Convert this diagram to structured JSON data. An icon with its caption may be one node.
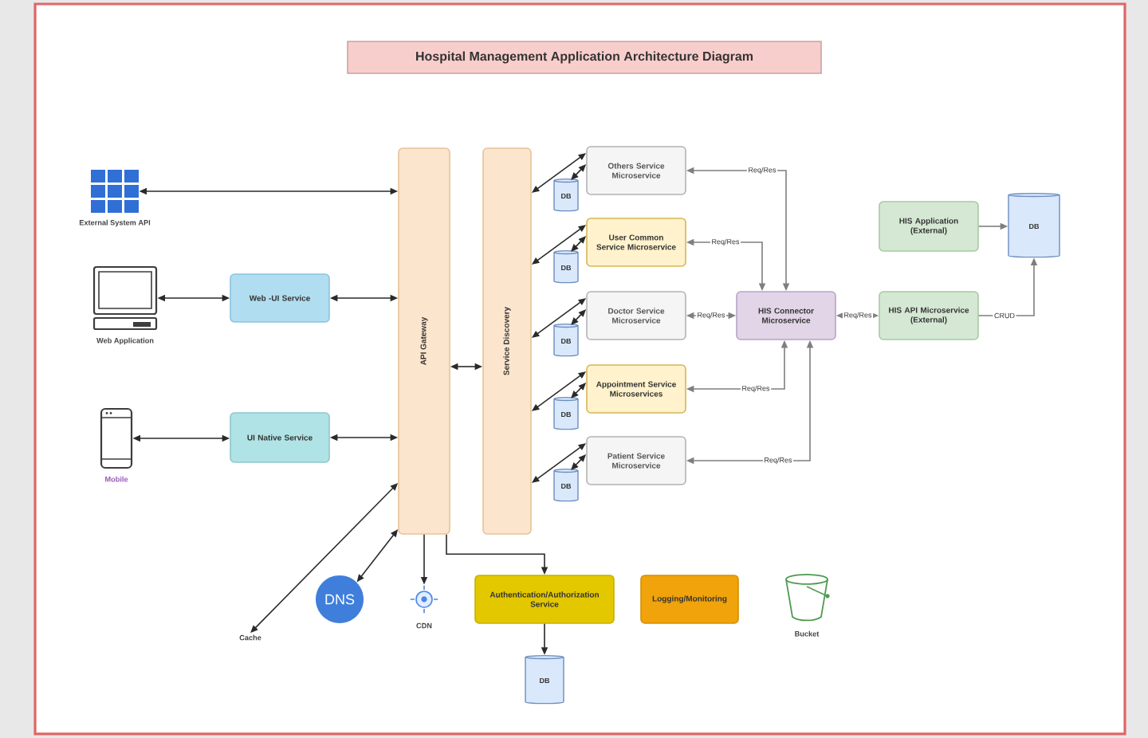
{
  "diagram": {
    "title": "Hospital Management Application Architecture Diagram",
    "nodes": [
      {
        "text": [
          "External System API"
        ]
      },
      {
        "text": [
          "Web Application"
        ]
      },
      {
        "text": [
          "Web -UI Service"
        ]
      },
      {
        "text": [
          "Mobile"
        ]
      },
      {
        "text": [
          "UI Native Service"
        ]
      },
      {
        "text": [
          "API Gateway"
        ]
      },
      {
        "text": [
          "Service Discovery"
        ]
      },
      {
        "text": [
          "Others Service Microservice"
        ]
      },
      {
        "text": [
          "DB"
        ]
      },
      {
        "text": [
          "User Common Service Microservice"
        ]
      },
      {
        "text": [
          "DB"
        ]
      },
      {
        "text": [
          "Doctor Service Microservice"
        ]
      },
      {
        "text": [
          "DB"
        ]
      },
      {
        "text": [
          "Appointment Service Microservices"
        ]
      },
      {
        "text": [
          "DB"
        ]
      },
      {
        "text": [
          "Patient Service Microservice"
        ]
      },
      {
        "text": [
          "DB"
        ]
      },
      {
        "text": [
          "HIS Connector Microservice"
        ]
      },
      {
        "text": [
          "HIS Application (External)"
        ]
      },
      {
        "text": [
          "DB"
        ]
      },
      {
        "text": [
          "HIS API Microservice (External)"
        ]
      },
      {
        "text": [
          "Cache"
        ]
      },
      {
        "text": [
          "DNS"
        ]
      },
      {
        "text": [
          "CDN"
        ]
      },
      {
        "text": [
          "Authentication/Authorization Service"
        ]
      },
      {
        "text": [
          "Logging/Monitoring"
        ]
      },
      {
        "text": [
          "Bucket"
        ]
      },
      {
        "text": [
          "DB"
        ]
      }
    ],
    "edges": [
      {
        "from": 0,
        "to": 5,
        "arrow": "both"
      },
      {
        "from": 1,
        "to": 2,
        "arrow": "both"
      },
      {
        "from": 2,
        "to": 5,
        "arrow": "both"
      },
      {
        "from": 3,
        "to": 4,
        "arrow": "both"
      },
      {
        "from": 4,
        "to": 5,
        "arrow": "both"
      },
      {
        "from": 5,
        "to": 6,
        "arrow": "both"
      },
      {
        "from": 6,
        "to": 7,
        "arrow": "both"
      },
      {
        "from": 8,
        "to": 7,
        "arrow": "both"
      },
      {
        "from": 6,
        "to": 9,
        "arrow": "both"
      },
      {
        "from": 10,
        "to": 9,
        "arrow": "both"
      },
      {
        "from": 6,
        "to": 11,
        "arrow": "both"
      },
      {
        "from": 12,
        "to": 11,
        "arrow": "both"
      },
      {
        "from": 6,
        "to": 13,
        "arrow": "both"
      },
      {
        "from": 14,
        "to": 13,
        "arrow": "both"
      },
      {
        "from": 6,
        "to": 15,
        "arrow": "both"
      },
      {
        "from": 16,
        "to": 15,
        "arrow": "both"
      },
      {
        "from": 17,
        "to": 7,
        "arrow": "both",
        "label": "Req/Res",
        "color": "#7f7f7f"
      },
      {
        "from": 17,
        "to": 9,
        "arrow": "both",
        "label": "Req/Res",
        "color": "#7f7f7f"
      },
      {
        "from": 17,
        "to": 11,
        "arrow": "both",
        "label": "Req/Res",
        "color": "#7f7f7f"
      },
      {
        "from": 17,
        "to": 13,
        "arrow": "both",
        "label": "Req/Res",
        "color": "#7f7f7f"
      },
      {
        "from": 17,
        "to": 15,
        "arrow": "both",
        "label": "Req/Res",
        "color": "#7f7f7f"
      },
      {
        "from": 17,
        "to": 20,
        "arrow": "both",
        "label": "Req/Res",
        "color": "#7f7f7f"
      },
      {
        "from": 18,
        "to": 19,
        "arrow": "to",
        "color": "#7f7f7f"
      },
      {
        "from": 20,
        "to": 19,
        "arrow": "to",
        "label": "CRUD",
        "color": "#7f7f7f"
      },
      {
        "from": 5,
        "to": 21,
        "arrow": "both"
      },
      {
        "from": 5,
        "to": 22,
        "arrow": "both"
      },
      {
        "from": 5,
        "to": 23,
        "arrow": "to"
      },
      {
        "from": 5,
        "to": 24,
        "arrow": "to"
      },
      {
        "from": 24,
        "to": 27,
        "arrow": "to"
      }
    ]
  }
}
